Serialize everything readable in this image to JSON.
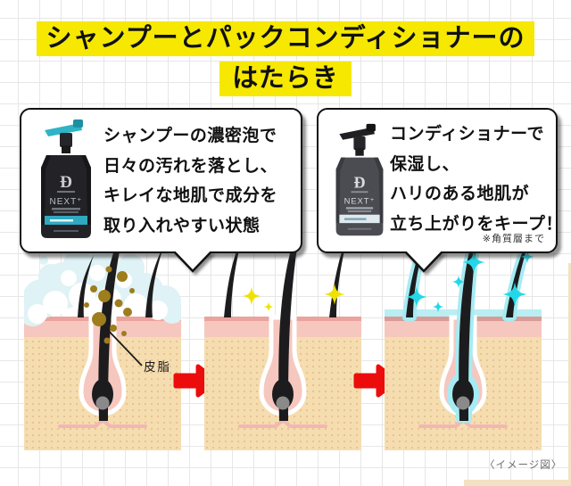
{
  "title": {
    "line1": "シャンプーとパックコンディショナーの",
    "line2": "はたらき",
    "highlight_color": "#f6e800"
  },
  "bubble_left": {
    "lines": [
      "シャンプーの濃密泡で",
      "日々の汚れを落とし、",
      "キレイな地肌で成分を",
      "取り入れやすい状態"
    ],
    "bottle": {
      "logo": "Ð",
      "name": "NEXT⁺",
      "kind": "shampoo",
      "accent_color": "#2fa9c0"
    }
  },
  "bubble_right": {
    "lines": [
      "コンディショナーで",
      "保湿し、",
      "ハリのある地肌が",
      "立ち上がりをキープ！"
    ],
    "note": "※角質層まで",
    "bottle": {
      "logo": "Ð",
      "name": "NEXT⁺",
      "kind": "conditioner",
      "accent_color": "#dfe9ee"
    }
  },
  "diagrams": {
    "sebum_label": "皮脂",
    "step1": "shampoo foam washing sebum from scalp",
    "step2": "clean scalp with sparkling hair",
    "step3": "conditioner coating hair and scalp"
  },
  "footer_note": "〈イメージ図〉",
  "colors": {
    "arrow_red": "#ec0c0c",
    "skin_pink": "#f6c7bf",
    "skin_edge_pink": "#eba39d",
    "dermis_tan": "#f5ddb0",
    "foam_blue": "#dff2f6",
    "sebum_olive": "#9d7d1d",
    "sparkle_yellow": "#f0e200",
    "sparkle_cyan": "#24d7e8",
    "coat_cyan": "#a5ebf3",
    "hair_black": "#1c1c1e"
  }
}
